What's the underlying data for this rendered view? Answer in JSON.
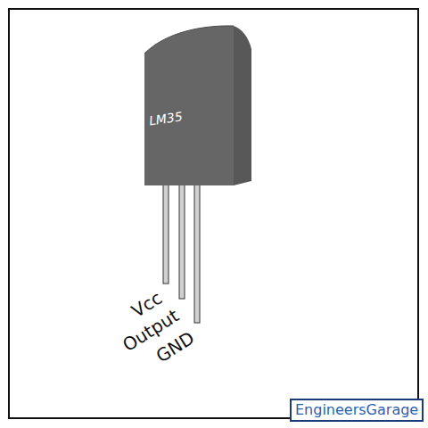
{
  "diagram": {
    "nodes": [
      {
        "text": [
          "LM35"
        ]
      }
    ],
    "labels": [
      "Vcc",
      "Output",
      "GND",
      "EngineersGarage"
    ]
  }
}
